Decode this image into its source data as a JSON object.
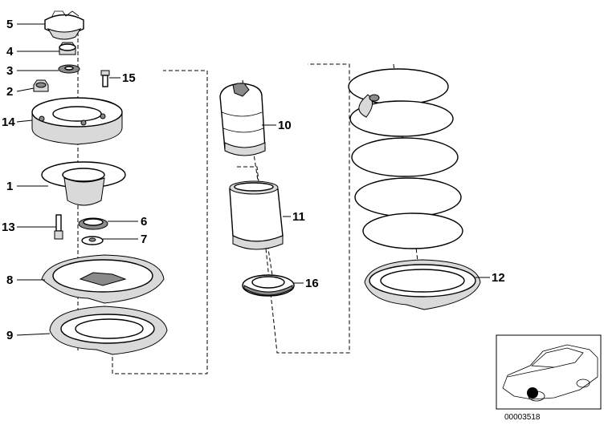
{
  "callouts": [
    {
      "id": "5",
      "label": "5"
    },
    {
      "id": "4",
      "label": "4"
    },
    {
      "id": "3",
      "label": "3"
    },
    {
      "id": "2",
      "label": "2"
    },
    {
      "id": "15",
      "label": "15"
    },
    {
      "id": "14",
      "label": "14"
    },
    {
      "id": "1",
      "label": "1"
    },
    {
      "id": "13",
      "label": "13"
    },
    {
      "id": "6",
      "label": "6"
    },
    {
      "id": "7",
      "label": "7"
    },
    {
      "id": "8",
      "label": "8"
    },
    {
      "id": "9",
      "label": "9"
    },
    {
      "id": "10",
      "label": "10"
    },
    {
      "id": "11",
      "label": "11"
    },
    {
      "id": "16",
      "label": "16"
    },
    {
      "id": "12",
      "label": "12"
    }
  ],
  "diagram_code": "00003518",
  "colors": {
    "line": "#000000",
    "shade": "#d9d9d9",
    "dark": "#8a8a8a",
    "background": "#ffffff"
  }
}
